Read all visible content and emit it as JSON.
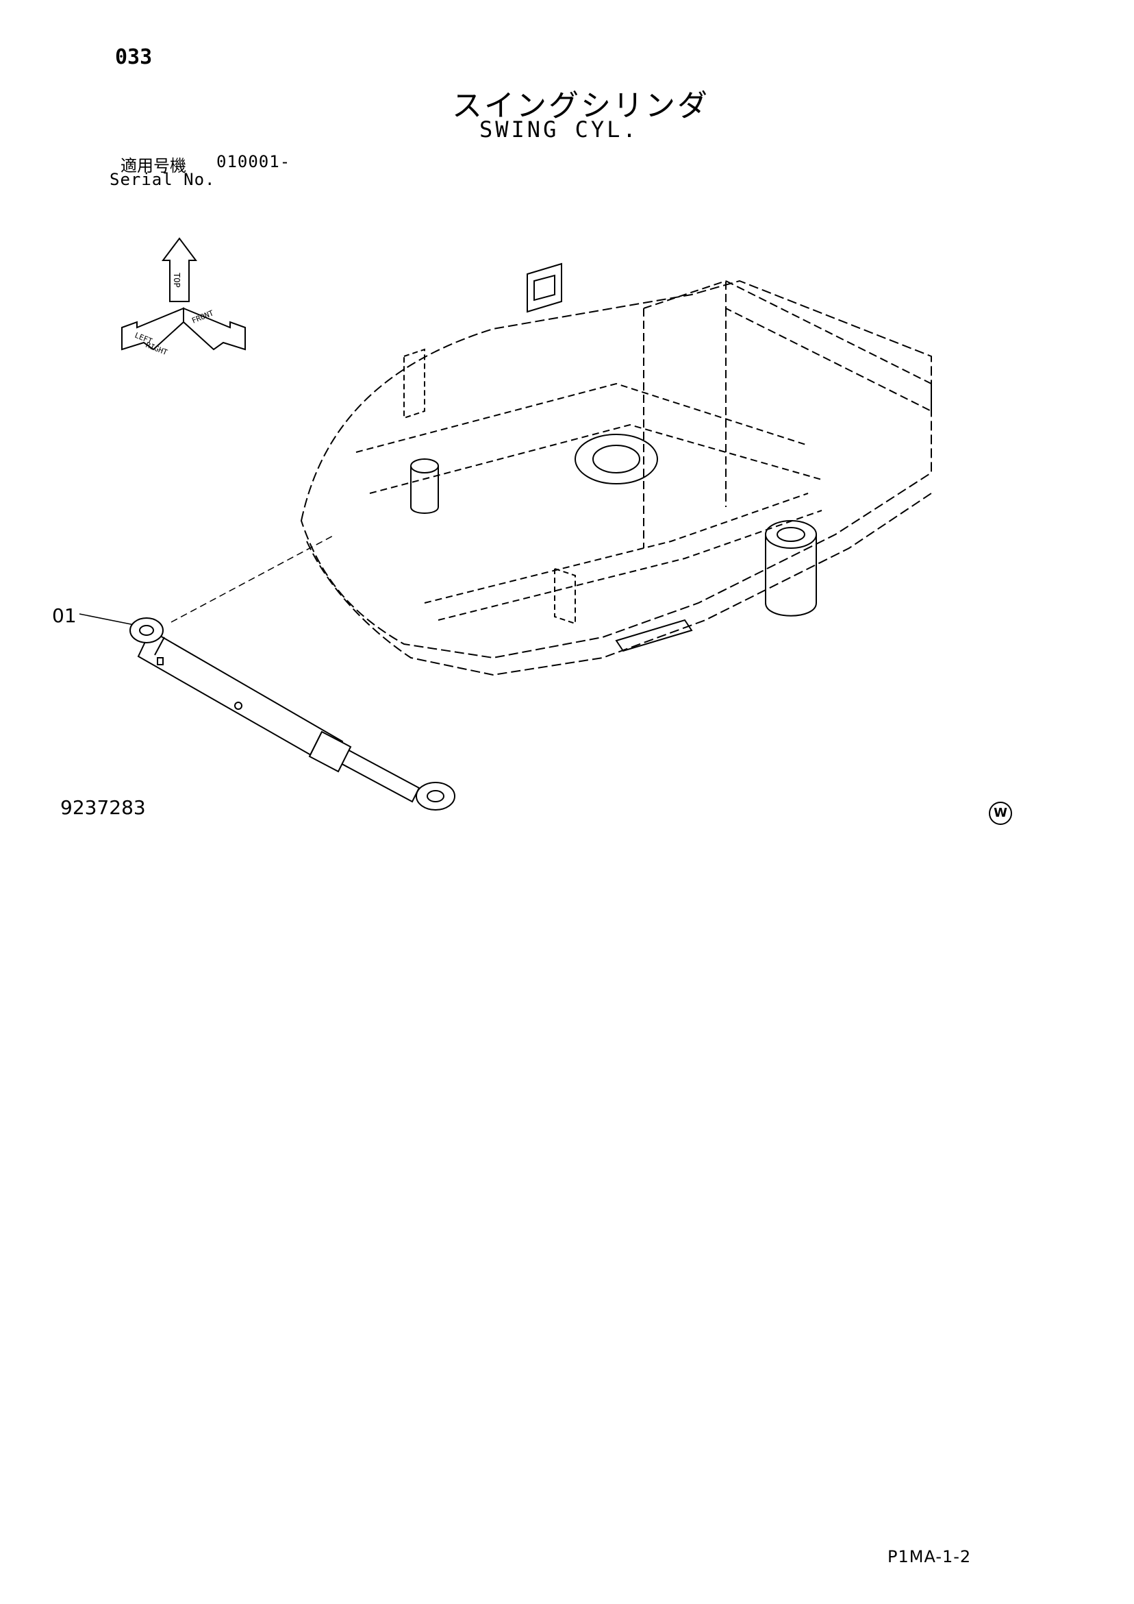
{
  "header": {
    "page_number": "033",
    "title_jp": "スイングシリンダ",
    "title_en": "SWING CYL."
  },
  "serial": {
    "label_jp": "適用号機",
    "value": "010001-",
    "label_en": "Serial No."
  },
  "orientation_icon": {
    "labels": [
      "TOP",
      "LEFT",
      "RIGHT",
      "FRONT"
    ]
  },
  "callouts": [
    {
      "label": "01"
    }
  ],
  "drawing_number": "9237283",
  "mark": "W",
  "page_code": "P1MA-1-2"
}
